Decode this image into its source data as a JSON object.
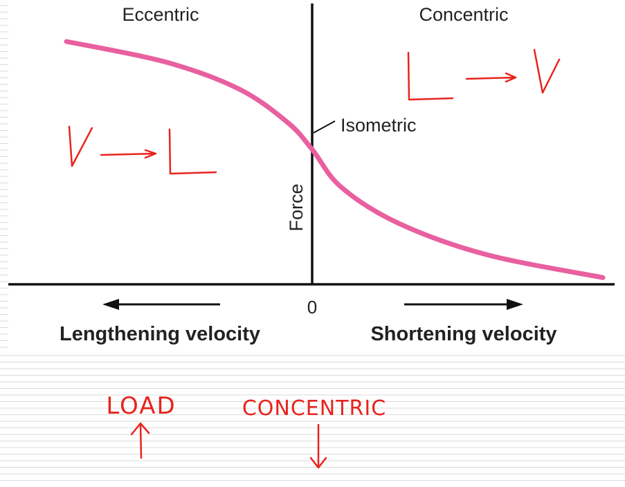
{
  "chart_data": {
    "type": "line",
    "title": "",
    "xlabel_left": "Lengthening velocity",
    "xlabel_right": "Shortening velocity",
    "ylabel": "Force",
    "x_origin_label": "0",
    "region_left": "Eccentric",
    "region_right": "Concentric",
    "annotation": "Isometric",
    "series": [
      {
        "color": "#e8609f",
        "x": [
          -1.0,
          -0.6,
          -0.3,
          -0.1,
          0.0,
          0.1,
          0.3,
          0.6,
          1.0
        ],
        "y": [
          1.8,
          1.65,
          1.45,
          1.2,
          1.0,
          0.72,
          0.45,
          0.22,
          0.05
        ]
      }
    ],
    "xlim": [
      -1.05,
      1.0
    ],
    "ylim": [
      0,
      2.0
    ],
    "grid": false
  },
  "handwriting": {
    "color": "#e8231d",
    "left_note": "V→L",
    "right_note": "L→V",
    "word_load": "LOAD",
    "word_concentric": "CONCENTRIC"
  },
  "colors": {
    "axis": "#111111",
    "curve": "#e8609f",
    "ruled_lines": "#dadada",
    "ink": "#e8231d"
  }
}
